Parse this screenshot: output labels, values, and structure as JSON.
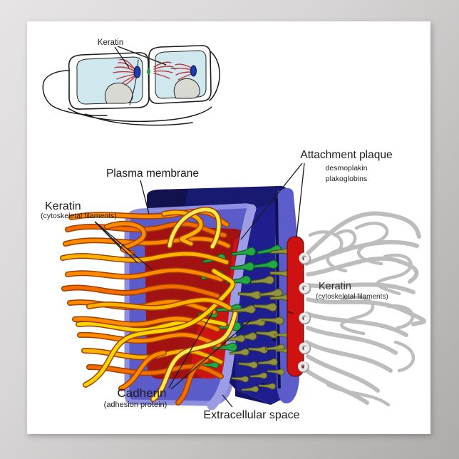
{
  "labels": {
    "inset_keratin": "Keratin",
    "plasma_membrane": "Plasma membrane",
    "attachment_plaque": "Attachment plaque",
    "attachment_plaque_sub1": "desmoplakin",
    "attachment_plaque_sub2": "plakoglobins",
    "keratin_left": "Keratin",
    "keratin_left_sub": "(cytoskeletal filaments)",
    "keratin_right": "Keratin",
    "keratin_right_sub": "(cytoskeletal filaments)",
    "cadherin": "Cadherin",
    "cadherin_sub": "(adhesion protein)",
    "extracellular_space": "Extracellular space"
  },
  "colors": {
    "membrane_periwinkle": "#5b5bc9",
    "membrane_light": "#8e8ee1",
    "extracellular_navy": "#1e1e8f",
    "plaque_dark_red": "#a31212",
    "plaque_bright_red": "#ce1212",
    "cadherin_green": "#23a845",
    "cadherin_olive": "#90923f",
    "cadherin_yellow_head": "#d2bc3f",
    "keratin_orange": "#ff8a00",
    "keratin_yellow": "#ffd500",
    "keratin_gray": "#bdbdbd",
    "inset_cytoplasm_blue": "#cfe8ee",
    "background_gray": "#c2bfbf",
    "poster_white": "#ffffff"
  }
}
